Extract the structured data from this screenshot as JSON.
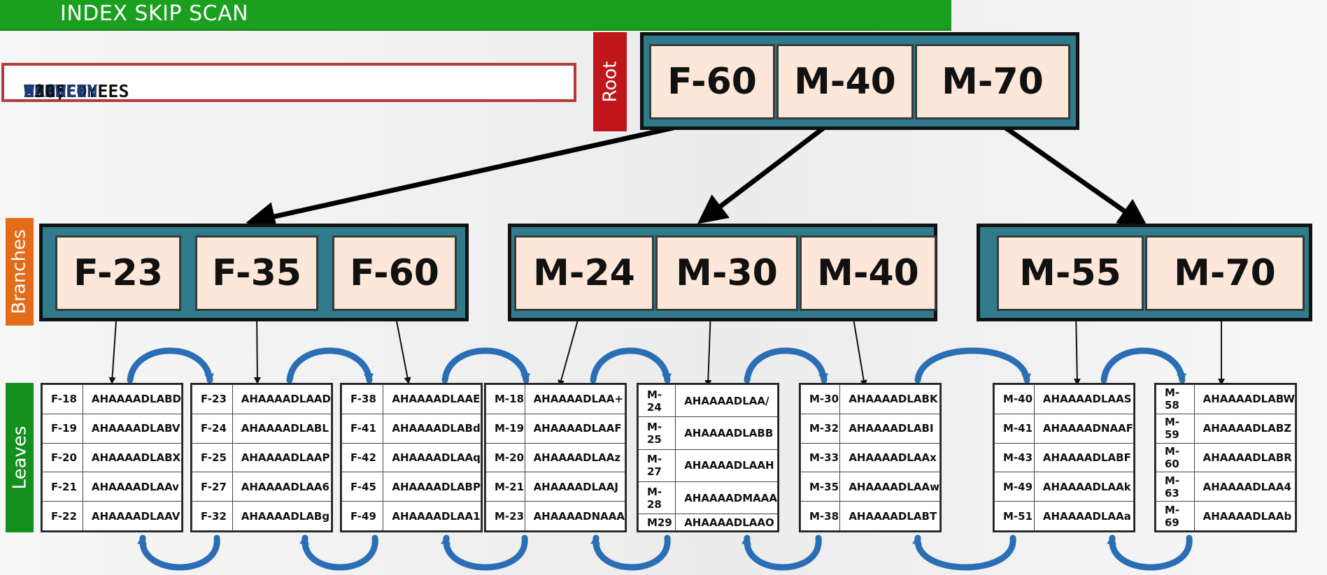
{
  "title": "INDEX SKIP SCAN",
  "query": {
    "tokens": [
      {
        "t": "SELECT",
        "kw": true
      },
      {
        "t": " * ",
        "kw": false
      },
      {
        "t": "FROM",
        "kw": true
      },
      {
        "t": " EMPLOYEES ",
        "kw": false
      },
      {
        "t": "WHERE",
        "kw": true
      },
      {
        "t": " AGE ",
        "kw": false
      },
      {
        "t": "BETWEEN",
        "kw": true
      },
      {
        "t": " 20 ",
        "kw": false
      },
      {
        "t": "AND",
        "kw": true
      },
      {
        "t": " 30;",
        "kw": false
      }
    ]
  },
  "labels": {
    "root": "Root",
    "branches": "Branches",
    "leaves": "Leaves"
  },
  "colors": {
    "title": "#1aa01e",
    "root_label": "#c0161b",
    "branches_label": "#e46b17",
    "leaves_label": "#14901d",
    "node": "#2f7b8c",
    "key": "#fde7d8",
    "arrow": "#2a6fb5"
  },
  "root": {
    "keys": [
      "F-60",
      "M-40",
      "M-70"
    ]
  },
  "branches": [
    {
      "keys": [
        "F-23",
        "F-35",
        "F-60"
      ]
    },
    {
      "keys": [
        "M-24",
        "M-30",
        "M-40"
      ]
    },
    {
      "keys": [
        "M-55",
        "M-70"
      ]
    }
  ],
  "leaves": [
    {
      "rows": [
        [
          "F-18",
          "AHAAAADLABD"
        ],
        [
          "F-19",
          "AHAAAADLABV"
        ],
        [
          "F-20",
          "AHAAAADLABX"
        ],
        [
          "F-21",
          "AHAAAADLAAv"
        ],
        [
          "F-22",
          "AHAAAADLAAV"
        ]
      ]
    },
    {
      "rows": [
        [
          "F-23",
          "AHAAAADLAAD"
        ],
        [
          "F-24",
          "AHAAAADLABL"
        ],
        [
          "F-25",
          "AHAAAADLAAP"
        ],
        [
          "F-27",
          "AHAAAADLAA6"
        ],
        [
          "F-32",
          "AHAAAADLABg"
        ]
      ]
    },
    {
      "rows": [
        [
          "F-38",
          "AHAAAADLAAE"
        ],
        [
          "F-41",
          "AHAAAADLABd"
        ],
        [
          "F-42",
          "AHAAAADLAAq"
        ],
        [
          "F-45",
          "AHAAAADLABP"
        ],
        [
          "F-49",
          "AHAAAADLAA1"
        ]
      ]
    },
    {
      "rows": [
        [
          "M-18",
          "AHAAAADLAA+"
        ],
        [
          "M-19",
          "AHAAAADLAAF"
        ],
        [
          "M-20",
          "AHAAAADLAAz"
        ],
        [
          "M-21",
          "AHAAAADLAAJ"
        ],
        [
          "M-23",
          "AHAAAADNAAA"
        ]
      ]
    },
    {
      "rows": [
        [
          "M-24",
          "AHAAAADLAA/"
        ],
        [
          "M-25",
          "AHAAAADLABB"
        ],
        [
          "M-27",
          "AHAAAADLAAH"
        ],
        [
          "M-28",
          "AHAAAADMAAA"
        ],
        [
          "M29",
          "AHAAAADLAAO"
        ]
      ]
    },
    {
      "rows": [
        [
          "M-30",
          "AHAAAADLABK"
        ],
        [
          "M-32",
          "AHAAAADLABI"
        ],
        [
          "M-33",
          "AHAAAADLAAx"
        ],
        [
          "M-35",
          "AHAAAADLAAw"
        ],
        [
          "M-38",
          "AHAAAADLABT"
        ]
      ]
    },
    {
      "rows": [
        [
          "M-40",
          "AHAAAADLAAS"
        ],
        [
          "M-41",
          "AHAAAADNAAF"
        ],
        [
          "M-43",
          "AHAAAADLABF"
        ],
        [
          "M-49",
          "AHAAAADLAAk"
        ],
        [
          "M-51",
          "AHAAAADLAAa"
        ]
      ]
    },
    {
      "rows": [
        [
          "M-58",
          "AHAAAADLABW"
        ],
        [
          "M-59",
          "AHAAAADLABZ"
        ],
        [
          "M-60",
          "AHAAAADLABR"
        ],
        [
          "M-63",
          "AHAAAADLAA4"
        ],
        [
          "M-69",
          "AHAAAADLAAb"
        ]
      ]
    }
  ]
}
